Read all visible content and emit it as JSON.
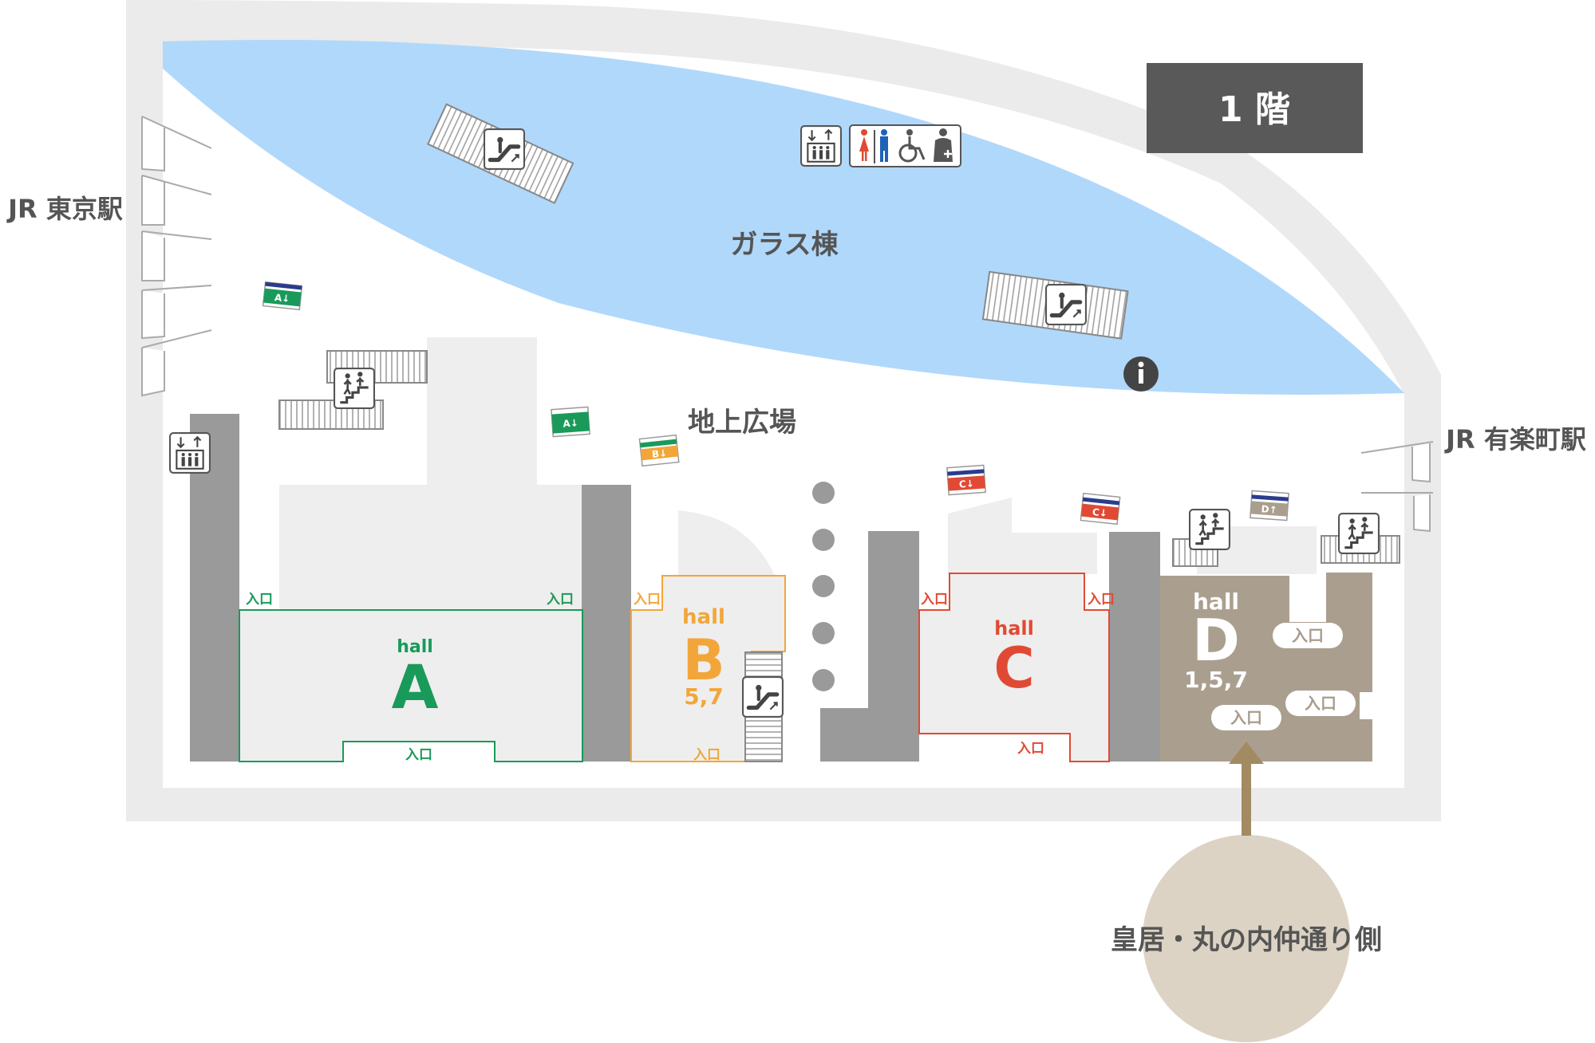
{
  "floor_label": "1 階",
  "places": {
    "glass_building": "ガラス棟",
    "ground_plaza": "地上広場",
    "jr_tokyo": "JR 東京駅",
    "jr_yurakucho": "JR 有楽町駅",
    "imperial_side": "皇居・丸の内仲通り側"
  },
  "halls": {
    "a": {
      "word": "hall",
      "letter": "A",
      "floors": ""
    },
    "b": {
      "word": "hall",
      "letter": "B",
      "floors": "5,7"
    },
    "c": {
      "word": "hall",
      "letter": "C",
      "floors": ""
    },
    "d": {
      "word": "hall",
      "letter": "D",
      "floors": "1,5,7"
    }
  },
  "entrance_label": "入口",
  "signs": {
    "a1": "A↓",
    "a2": "A↓",
    "b1": "B↓",
    "c1": "C↓",
    "c2": "C↓",
    "d1": "D↑"
  },
  "icons": [
    "escalator-icon",
    "elevator-icon",
    "restroom-icon",
    "accessible-icon",
    "nursing-room-icon",
    "stairs-icon",
    "information-icon"
  ],
  "colors": {
    "hall_a": "#1a9a5a",
    "hall_b": "#f2a63a",
    "hall_c": "#e04a34",
    "hall_d": "#aa9f8f",
    "glass": "#b0d8fb",
    "outer_wall": "#ebebeb",
    "pillar": "#9a9a9a",
    "floor_badge": "#5a5959",
    "arrow": "#a28a63",
    "circle": "#dcd3c5"
  }
}
